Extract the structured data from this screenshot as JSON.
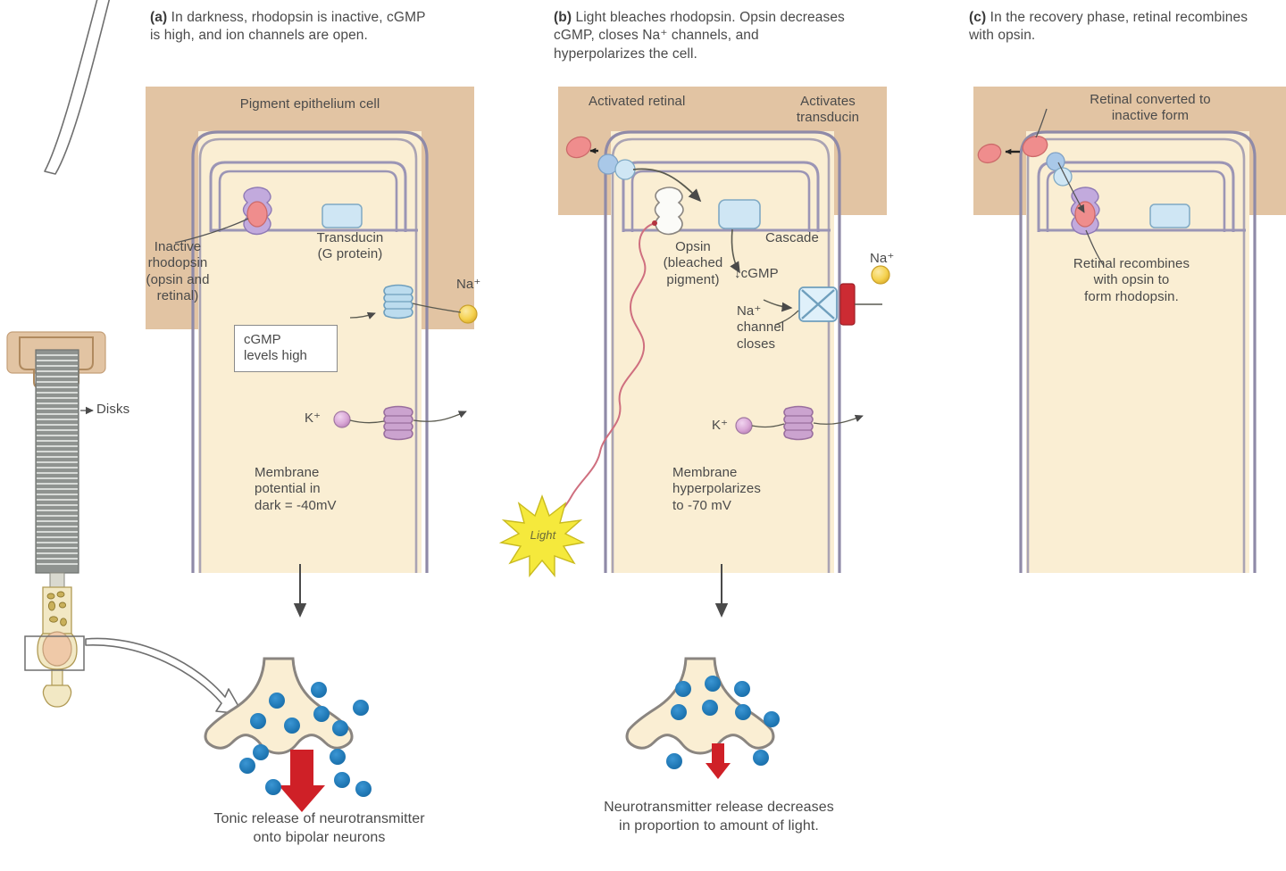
{
  "figure": {
    "title": "Rod phototransduction: dark, light, and recovery phases",
    "type": "biology-process-diagram"
  },
  "captions": {
    "a_tag": "(a)",
    "a_text": "In darkness, rhodopsin is inactive, cGMP is high, and  ion channels are open.",
    "b_tag": "(b)",
    "b_text": "Light bleaches rhodopsin. Opsin decreases cGMP, closes Na⁺ channels, and hyperpolarizes the cell.",
    "c_tag": "(c)",
    "c_text": "In the recovery phase, retinal recombines with opsin."
  },
  "rod_cell": {
    "disks_label": "Disks"
  },
  "panel_a": {
    "epithelium_label": "Pigment epithelium cell",
    "rhodopsin_label": "Inactive\nrhodopsin\n(opsin and\nretinal)",
    "transducin_label": "Transducin\n(G protein)",
    "na_label": "Na⁺",
    "k_label": "K⁺",
    "cgmp_box": "cGMP\nlevels high",
    "membrane_potential": "Membrane\npotential in\ndark = -40mV",
    "terminal_caption": "Tonic release of neurotransmitter\nonto bipolar neurons",
    "vesicle_count_inside": 7,
    "vesicle_count_outside": 7
  },
  "panel_b": {
    "activated_retinal_label": "Activated retinal",
    "activates_transducin_label": "Activates\ntransducin",
    "opsin_label": "Opsin\n(bleached\npigment)",
    "cascade_label": "Cascade",
    "cgmp_label": "↓cGMP",
    "na_channel_closes_label": "Na⁺\nchannel\ncloses",
    "na_label": "Na⁺",
    "k_label": "K⁺",
    "light_label": "Light",
    "membrane_potential": "Membrane\nhyperpolarizes\nto -70 mV",
    "terminal_caption": "Neurotransmitter release decreases\nin proportion to amount of light.",
    "vesicle_count_inside": 7,
    "vesicle_count_outside": 2
  },
  "panel_c": {
    "retinal_converted_label": "Retinal converted to\ninactive form",
    "retinal_recombines_label": "Retinal recombines\nwith opsin to\nform rhodopsin."
  },
  "colors": {
    "pigment_epithelium": "#e2c4a3",
    "cytoplasm": "#faeed3",
    "disk_membrane": "#9b95b5",
    "membrane_outer": "#8f8aa8",
    "rhodopsin_purple": "#c2aadd",
    "retinal_red": "#ef8d8d",
    "transducin_blue": "#cfe6f4",
    "na_channel_blue": "#bcdcee",
    "k_channel_purple": "#cba3cf",
    "na_ion_yellow": "#f5d250",
    "k_ion_pink": "#d9a7d6",
    "vesicle_blue": "#1f77b4",
    "arrow_red": "#cf2027",
    "light_yellow": "#f5e93c",
    "blocker_red": "#cc2b33",
    "rod_outer_gray": "#8f9390",
    "text": "#4a4a4a"
  }
}
